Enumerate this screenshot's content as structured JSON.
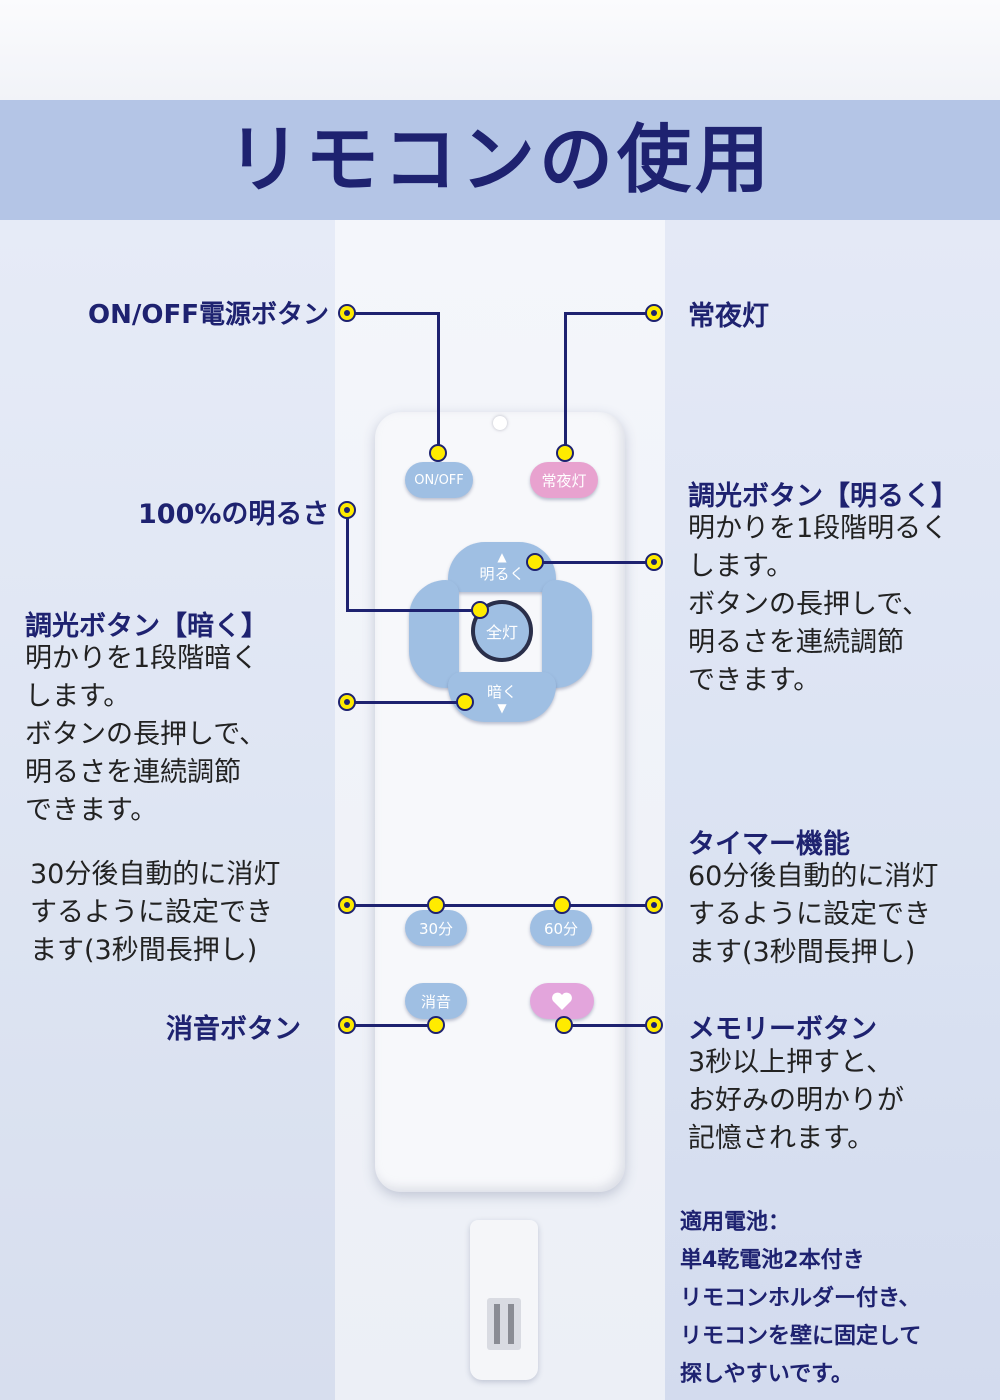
{
  "title": "リモコンの使用",
  "remote_buttons": {
    "on_off": "ON/OFF",
    "night_light": "常夜灯",
    "brighter": "明るく",
    "full_light": "全灯",
    "darker": "暗く",
    "timer_30": "30分",
    "timer_60": "60分",
    "mute": "消音",
    "memory_icon": "heart-icon"
  },
  "annotations": {
    "on_off": {
      "label": "ON/OFF電源ボタン"
    },
    "night_light": {
      "label": "常夜灯"
    },
    "full_brightness": {
      "label": "100%の明るさ"
    },
    "brighter": {
      "label": "調光ボタン【明るく】",
      "desc": "明かりを1段階明るく\nします。\nボタンの長押しで、\n明るさを連続調節\nできます。"
    },
    "darker": {
      "label": "調光ボタン【暗く】",
      "desc": "明かりを1段階暗く\nします。\nボタンの長押しで、\n明るさを連続調節\nできます。"
    },
    "timer_30": {
      "desc": "30分後自動的に消灯\nするように設定でき\nます(3秒間長押し)"
    },
    "timer_60": {
      "label": "タイマー機能",
      "desc": "60分後自動的に消灯\nするように設定でき\nます(3秒間長押し)"
    },
    "mute": {
      "label": "消音ボタン"
    },
    "memory": {
      "label": "メモリーボタン",
      "desc": "3秒以上押すと、\nお好みの明かりが\n記憶されます。"
    }
  },
  "battery_note": "適用電池：\n単4乾電池2本付き\nリモコンホルダー付き、\nリモコンを壁に固定して\n探しやすいです。",
  "colors": {
    "accent": "#1e2270",
    "band": "#b4c5e6",
    "button_blue": "#9fbfe3",
    "button_pink": "#e8a2cf",
    "dot": "#ffeb00"
  }
}
